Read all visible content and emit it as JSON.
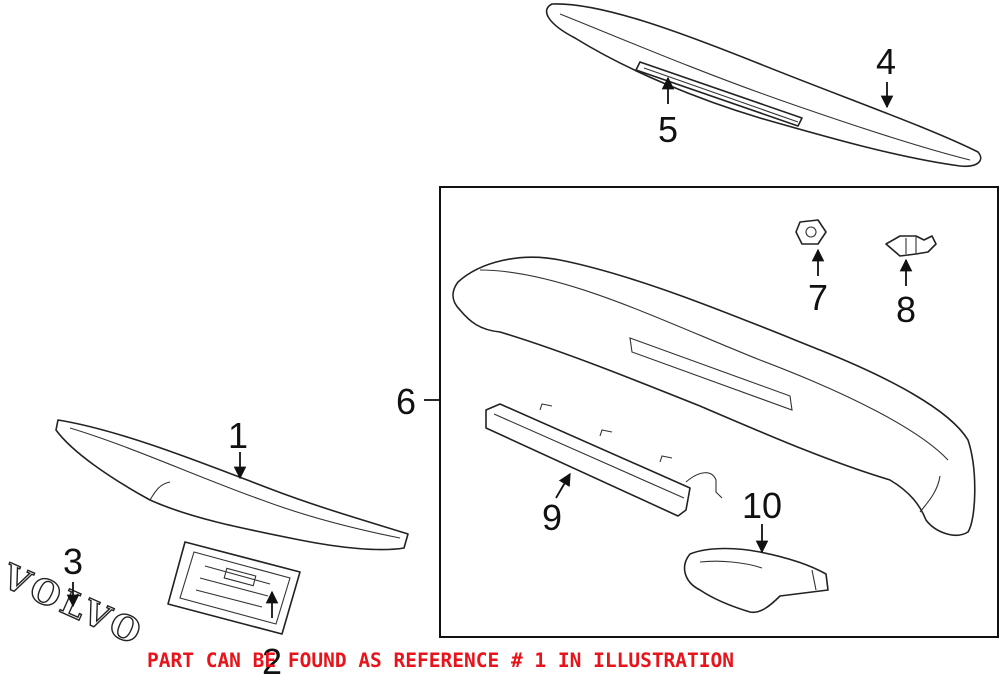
{
  "diagram": {
    "callouts": [
      "1",
      "2",
      "3",
      "4",
      "5",
      "6",
      "7",
      "8",
      "9",
      "10"
    ],
    "emblem_text": "VOLVO",
    "notice": "PART CAN BE FOUND AS REFERENCE # 1 IN ILLUSTRATION",
    "notice_color": "#e8141b"
  }
}
